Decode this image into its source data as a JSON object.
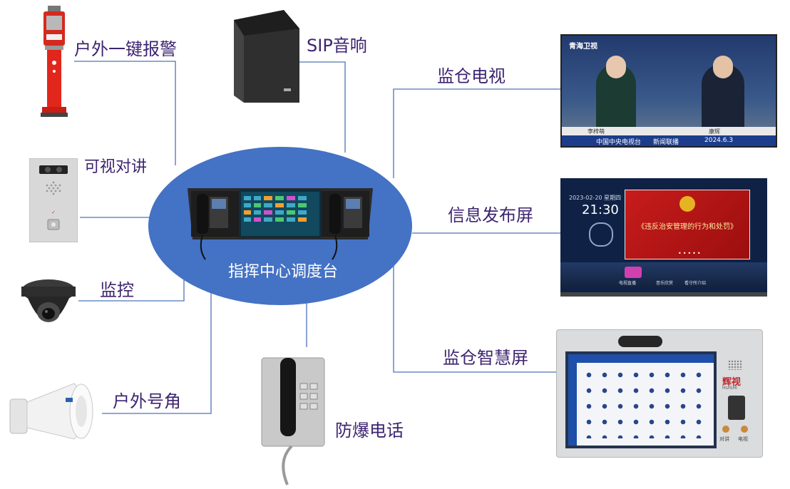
{
  "center": {
    "label": "指挥中心调度台"
  },
  "devices": {
    "outdoor_alarm": "户外一键报警",
    "video_intercom": "可视对讲",
    "monitoring": "监控",
    "outdoor_horn": "户外号角",
    "sip_speaker": "SIP音响",
    "explosion_phone": "防爆电话",
    "cell_tv": "监仓电视",
    "info_screen": "信息发布屏",
    "smart_screen": "监仓智慧屏"
  },
  "tv_screen": {
    "channel_text": "青海卫视",
    "anchor_left": "李梓萌",
    "anchor_right": "康辉",
    "ticker_left": "中国中央电视台",
    "ticker_mid": "新闻联播",
    "ticker_date": "2024.6.3"
  },
  "info_panel": {
    "date": "2023-02-20 星期四",
    "time": "21:30",
    "banner": "《违反治安管理的行为和处罚》",
    "tab1": "电视直播",
    "tab2": "音乐欣赏",
    "tab3": "看守所介绍"
  },
  "smart_panel": {
    "brand_cn": "辉视",
    "brand_en": "HUISHI",
    "btn_left": "对讲",
    "btn_right": "电视"
  },
  "colors": {
    "line": "#4d73b8",
    "ellipse": "#4472c4",
    "label": "#3d2470"
  }
}
